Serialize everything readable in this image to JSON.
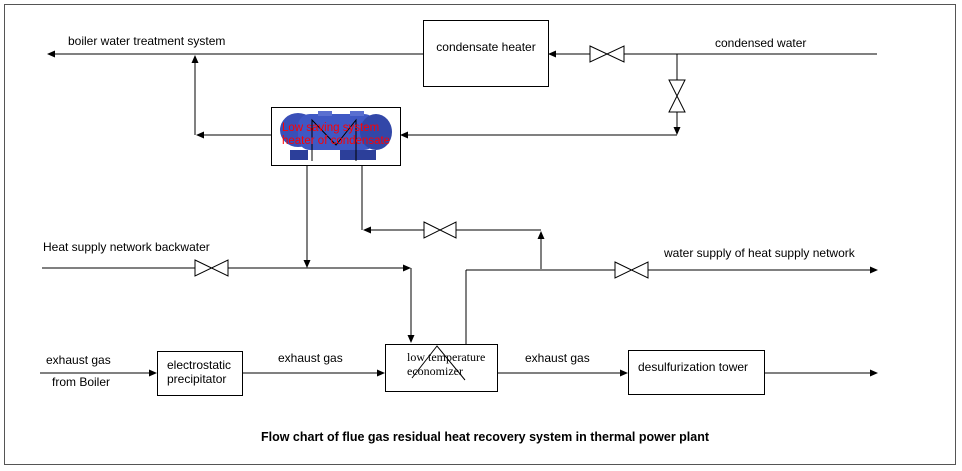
{
  "labels": {
    "boiler_water": "boiler water treatment system",
    "condensate_heater": "condensate heater",
    "condensed_water": "condensed water",
    "low_saving_line1": "Low saving system",
    "low_saving_line2": "heater of condensate",
    "backwater": "Heat supply network backwater",
    "water_supply": "water supply of heat supply network",
    "exhaust_gas_1": "exhaust gas",
    "from_boiler": "from Boiler",
    "precipitator_line1": "electrostatic",
    "precipitator_line2": "precipitator",
    "exhaust_gas_2": "exhaust gas",
    "economizer_line1": "low  temperature",
    "economizer_line2": "economizer",
    "exhaust_gas_3": "exhaust gas",
    "desulfurization": "desulfurization tower"
  },
  "caption": "Flow chart of flue gas residual heat recovery system in thermal power plant",
  "colors": {
    "pump_image": "#3a4fb8",
    "highlight_text": "#ff0000"
  }
}
